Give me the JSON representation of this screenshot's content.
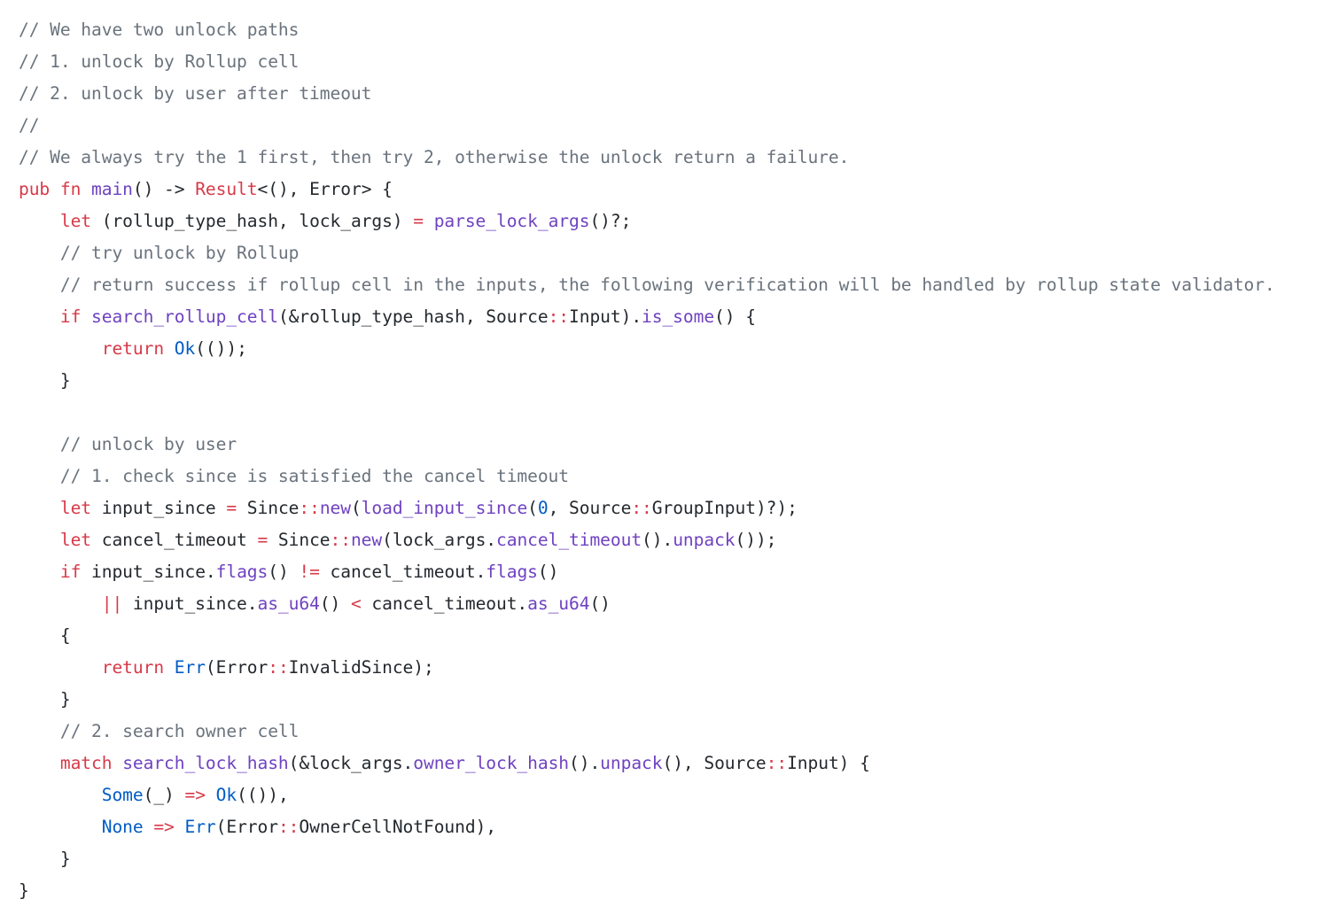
{
  "code_lines": [
    [
      [
        "m",
        "// We have two unlock paths"
      ]
    ],
    [
      [
        "m",
        "// 1. unlock by Rollup cell"
      ]
    ],
    [
      [
        "m",
        "// 2. unlock by user after timeout"
      ]
    ],
    [
      [
        "m",
        "//"
      ]
    ],
    [
      [
        "m",
        "// We always try the 1 first, then try 2, otherwise the unlock return a failure."
      ]
    ],
    [
      [
        "k",
        "pub"
      ],
      [
        "t",
        " "
      ],
      [
        "k",
        "fn"
      ],
      [
        "t",
        " "
      ],
      [
        "f",
        "main"
      ],
      [
        "t",
        "() -> "
      ],
      [
        "k",
        "Result"
      ],
      [
        "t",
        "<(), Error> {"
      ]
    ],
    [
      [
        "t",
        "    "
      ],
      [
        "k",
        "let"
      ],
      [
        "t",
        " (rollup_type_hash, lock_args) "
      ],
      [
        "k",
        "="
      ],
      [
        "t",
        " "
      ],
      [
        "f",
        "parse_lock_args"
      ],
      [
        "t",
        "()?;"
      ]
    ],
    [
      [
        "t",
        "    "
      ],
      [
        "m",
        "// try unlock by Rollup"
      ]
    ],
    [
      [
        "t",
        "    "
      ],
      [
        "m",
        "// return success if rollup cell in the inputs, the following verification will be handled by rollup state validator."
      ]
    ],
    [
      [
        "t",
        "    "
      ],
      [
        "k",
        "if"
      ],
      [
        "t",
        " "
      ],
      [
        "f",
        "search_rollup_cell"
      ],
      [
        "t",
        "(&rollup_type_hash, Source"
      ],
      [
        "k",
        "::"
      ],
      [
        "t",
        "Input)."
      ],
      [
        "f",
        "is_some"
      ],
      [
        "t",
        "() {"
      ]
    ],
    [
      [
        "t",
        "        "
      ],
      [
        "k",
        "return"
      ],
      [
        "t",
        " "
      ],
      [
        "c",
        "Ok"
      ],
      [
        "t",
        "(());"
      ]
    ],
    [
      [
        "t",
        "    }"
      ]
    ],
    [],
    [
      [
        "t",
        "    "
      ],
      [
        "m",
        "// unlock by user"
      ]
    ],
    [
      [
        "t",
        "    "
      ],
      [
        "m",
        "// 1. check since is satisfied the cancel timeout"
      ]
    ],
    [
      [
        "t",
        "    "
      ],
      [
        "k",
        "let"
      ],
      [
        "t",
        " input_since "
      ],
      [
        "k",
        "="
      ],
      [
        "t",
        " Since"
      ],
      [
        "k",
        "::"
      ],
      [
        "f",
        "new"
      ],
      [
        "t",
        "("
      ],
      [
        "f",
        "load_input_since"
      ],
      [
        "t",
        "("
      ],
      [
        "c",
        "0"
      ],
      [
        "t",
        ", Source"
      ],
      [
        "k",
        "::"
      ],
      [
        "t",
        "GroupInput)?);"
      ]
    ],
    [
      [
        "t",
        "    "
      ],
      [
        "k",
        "let"
      ],
      [
        "t",
        " cancel_timeout "
      ],
      [
        "k",
        "="
      ],
      [
        "t",
        " Since"
      ],
      [
        "k",
        "::"
      ],
      [
        "f",
        "new"
      ],
      [
        "t",
        "(lock_args."
      ],
      [
        "f",
        "cancel_timeout"
      ],
      [
        "t",
        "()."
      ],
      [
        "f",
        "unpack"
      ],
      [
        "t",
        "());"
      ]
    ],
    [
      [
        "t",
        "    "
      ],
      [
        "k",
        "if"
      ],
      [
        "t",
        " input_since."
      ],
      [
        "f",
        "flags"
      ],
      [
        "t",
        "() "
      ],
      [
        "k",
        "!="
      ],
      [
        "t",
        " cancel_timeout."
      ],
      [
        "f",
        "flags"
      ],
      [
        "t",
        "()"
      ]
    ],
    [
      [
        "t",
        "        "
      ],
      [
        "k",
        "||"
      ],
      [
        "t",
        " input_since."
      ],
      [
        "f",
        "as_u64"
      ],
      [
        "t",
        "() "
      ],
      [
        "k",
        "<"
      ],
      [
        "t",
        " cancel_timeout."
      ],
      [
        "f",
        "as_u64"
      ],
      [
        "t",
        "()"
      ]
    ],
    [
      [
        "t",
        "    {"
      ]
    ],
    [
      [
        "t",
        "        "
      ],
      [
        "k",
        "return"
      ],
      [
        "t",
        " "
      ],
      [
        "c",
        "Err"
      ],
      [
        "t",
        "(Error"
      ],
      [
        "k",
        "::"
      ],
      [
        "t",
        "InvalidSince);"
      ]
    ],
    [
      [
        "t",
        "    }"
      ]
    ],
    [
      [
        "t",
        "    "
      ],
      [
        "m",
        "// 2. search owner cell"
      ]
    ],
    [
      [
        "t",
        "    "
      ],
      [
        "k",
        "match"
      ],
      [
        "t",
        " "
      ],
      [
        "f",
        "search_lock_hash"
      ],
      [
        "t",
        "(&lock_args."
      ],
      [
        "f",
        "owner_lock_hash"
      ],
      [
        "t",
        "()."
      ],
      [
        "f",
        "unpack"
      ],
      [
        "t",
        "(), Source"
      ],
      [
        "k",
        "::"
      ],
      [
        "t",
        "Input) {"
      ]
    ],
    [
      [
        "t",
        "        "
      ],
      [
        "c",
        "Some"
      ],
      [
        "t",
        "(_) "
      ],
      [
        "k",
        "=>"
      ],
      [
        "t",
        " "
      ],
      [
        "c",
        "Ok"
      ],
      [
        "t",
        "(()),"
      ]
    ],
    [
      [
        "t",
        "        "
      ],
      [
        "c",
        "None"
      ],
      [
        "t",
        " "
      ],
      [
        "k",
        "=>"
      ],
      [
        "t",
        " "
      ],
      [
        "c",
        "Err"
      ],
      [
        "t",
        "(Error"
      ],
      [
        "k",
        "::"
      ],
      [
        "t",
        "OwnerCellNotFound),"
      ]
    ],
    [
      [
        "t",
        "    }"
      ]
    ],
    [
      [
        "t",
        "}"
      ]
    ]
  ]
}
